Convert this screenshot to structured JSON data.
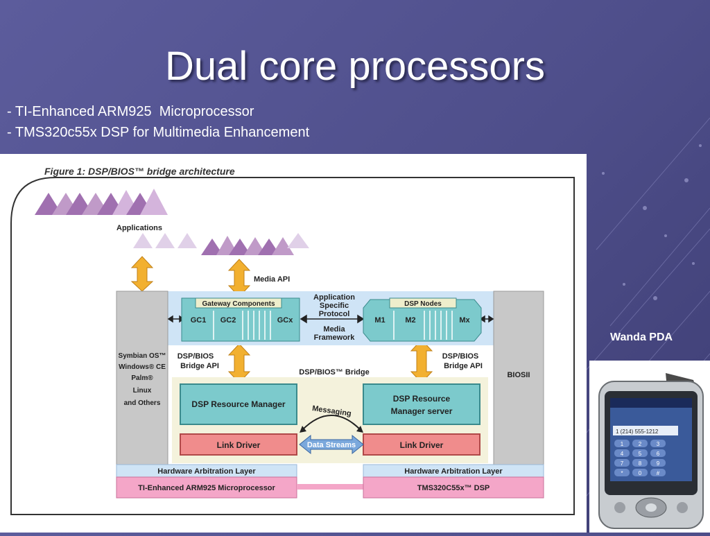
{
  "slide": {
    "title": "Dual core processors",
    "bullets": [
      "- TI-Enhanced ARM925  Microprocessor",
      "- TMS320c55x DSP for Multimedia Enhancement"
    ],
    "pda_label": "Wanda PDA"
  },
  "figure": {
    "caption": "Figure 1: DSP/BIOS™ bridge architecture",
    "applications_label": "Applications",
    "media_api_label": "Media API",
    "os_box_lines": [
      "Symbian OS™",
      "Windows® CE",
      "Palm®",
      "Linux",
      "and Others"
    ],
    "biosii_label": "BIOSII",
    "gateway_components_label": "Gateway Components",
    "gc_labels": [
      "GC1",
      "GC2",
      "GCx"
    ],
    "protocol_label_lines": [
      "Application",
      "Specific",
      "Protocol"
    ],
    "media_framework_lines": [
      "Media",
      "Framework"
    ],
    "dsp_nodes_label": "DSP Nodes",
    "m_labels": [
      "M1",
      "M2",
      "Mx"
    ],
    "bridge_api_left_lines": [
      "DSP/BIOS",
      "Bridge API"
    ],
    "bridge_api_right_lines": [
      "DSP/BIOS",
      "Bridge API"
    ],
    "bridge_label": "DSP/BIOS™ Bridge",
    "resource_manager_label": "DSP Resource Manager",
    "resource_server_lines": [
      "DSP Resource",
      "Manager server"
    ],
    "messaging_label": "Messaging",
    "link_driver_left": "Link Driver",
    "link_driver_right": "Link Driver",
    "data_streams_label": "Data Streams",
    "hal_left": "Hardware Arbitration Layer",
    "hal_right": "Hardware Arbitration Layer",
    "arm_label": "TI-Enhanced ARM925 Microprocessor",
    "dsp_label": "TMS320C55x™ DSP"
  },
  "phone": {
    "number": "1 (214) 555-1212",
    "keys": [
      "1",
      "2",
      "3",
      "4",
      "5",
      "6",
      "7",
      "8",
      "9",
      "*",
      "0",
      "#"
    ]
  },
  "colors": {
    "teal": "#7ccacc",
    "red": "#f08c8c",
    "pink": "#f4a6c8",
    "lightblue": "#cfe4f6",
    "cream": "#f4f2dc",
    "gray": "#c8c8c8",
    "arrow": "#f2b030",
    "triangle": "#b080b8"
  }
}
